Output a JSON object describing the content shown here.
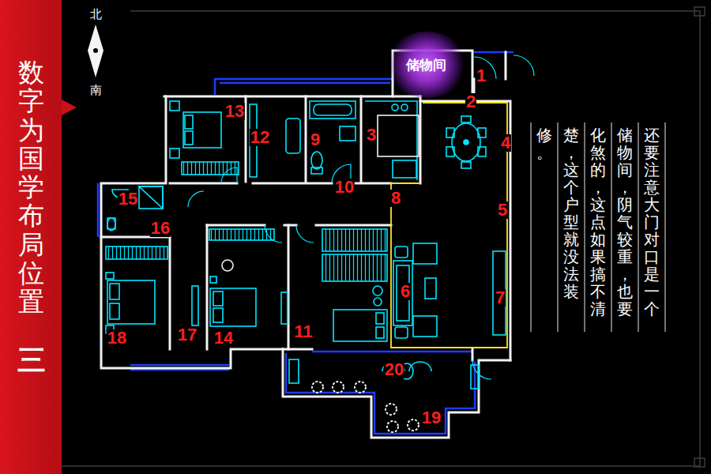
{
  "diagram": {
    "title": "数字为国学布局位置",
    "nodes": [
      {
        "text": [
          "储物间"
        ]
      }
    ],
    "labels": [
      "三",
      "北",
      "南",
      "1",
      "2",
      "3",
      "4",
      "5",
      "6",
      "7",
      "8",
      "9",
      "10",
      "11",
      "12",
      "13",
      "14",
      "15",
      "16",
      "17",
      "18",
      "19",
      "20",
      "还要注意大门对口是一个储物间，阴气较重，也要化煞的，这点如果搞不清楚，这个户型就没法装修。"
    ]
  }
}
